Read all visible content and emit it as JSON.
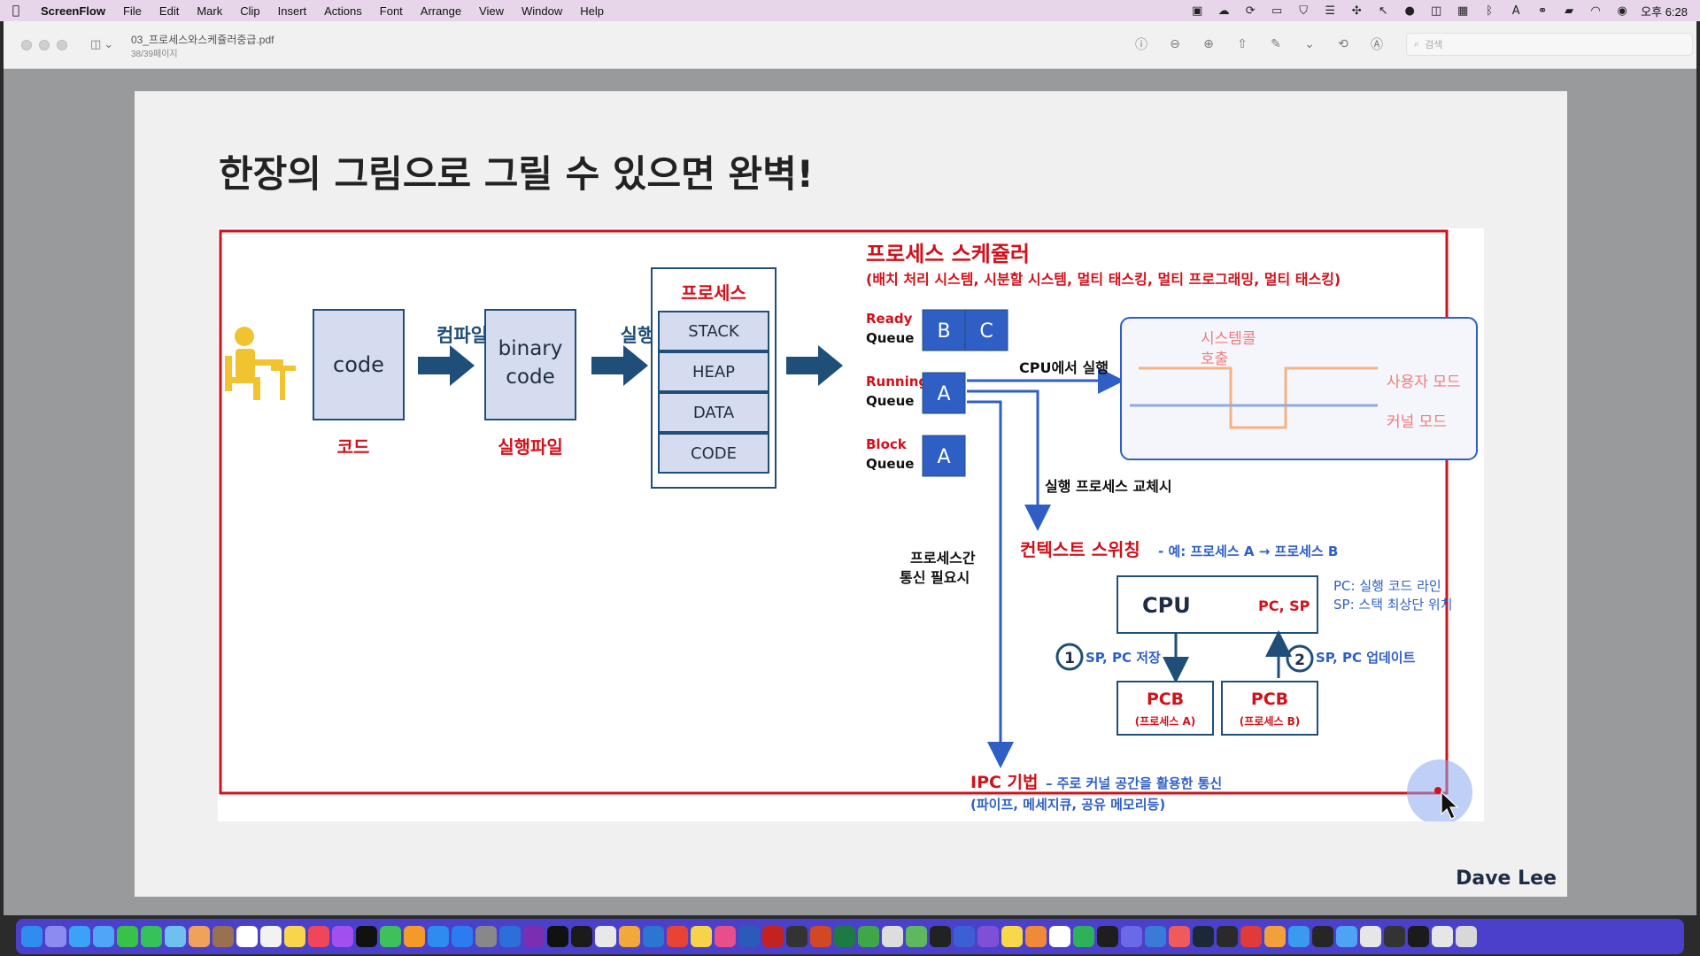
{
  "menubar": {
    "app_name": "ScreenFlow",
    "items": [
      "File",
      "Edit",
      "Mark",
      "Clip",
      "Insert",
      "Actions",
      "Font",
      "Arrange",
      "View",
      "Window",
      "Help"
    ],
    "clock": "오후 6:28"
  },
  "window": {
    "doc_title": "03_프로세스와스케쥴러중급.pdf",
    "page_info": "38/39페이지",
    "search_placeholder": "검색"
  },
  "slide": {
    "title": "한장의 그림으로 그릴 수 있으면 완벽!",
    "author": "Dave Lee"
  },
  "diagram": {
    "code_box": "code",
    "code_label": "코드",
    "compile_label": "컴파일",
    "binary_line1": "binary",
    "binary_line2": "code",
    "binary_label": "실행파일",
    "exec_label": "실행",
    "process_title": "프로세스",
    "segments": [
      "STACK",
      "HEAP",
      "DATA",
      "CODE"
    ],
    "scheduler_title": "프로세스 스케쥴러",
    "scheduler_sub": "(배치 처리 시스템, 시분할 시스템, 멀티 태스킹, 멀티 프로그래밍, 멀티 태스킹)",
    "ready_label1": "Ready",
    "ready_label2": "Queue",
    "ready_items": [
      "B",
      "C"
    ],
    "running_label1": "Running",
    "running_label2": "Queue",
    "running_item": "A",
    "block_label1": "Block",
    "block_label2": "Queue",
    "block_item": "A",
    "cpu_exec": "CPU에서 실행",
    "syscall_line1": "시스템콜",
    "syscall_line2": "호출",
    "user_mode": "사용자 모드",
    "kernel_mode": "커널 모드",
    "switch_when": "실행 프로세스 교체시",
    "context_switch": "컨텍스트 스위칭",
    "context_example": " - 예: 프로세스 A → 프로세스 B",
    "ipc_need1": "프로세스간",
    "ipc_need2": "통신 필요시",
    "cpu": "CPU",
    "pc_sp": "PC, SP",
    "pc_desc": "PC: 실행 코드 라인",
    "sp_desc": "SP: 스택 최상단 위치",
    "step1_num": "1",
    "step1": "SP, PC 저장",
    "step2_num": "2",
    "step2": "SP, PC 업데이트",
    "pcb_a": "PCB",
    "pcb_a_sub": "(프로세스 A)",
    "pcb_b": "PCB",
    "pcb_b_sub": "(프로세스 B)",
    "ipc_title": "IPC 기법",
    "ipc_desc": " – 주로 커널 공간을 활용한 통신",
    "ipc_sub": "(파이프, 메세지큐, 공유 메모리등)"
  },
  "colors": {
    "red": "#d0121b",
    "navy": "#1f4e79",
    "blue_box": "#2f5fc4",
    "light_box": "#d6dcef",
    "user_mode_line": "#f4b183",
    "kernel_mode_line": "#8faadc",
    "dock": "#4b40c9"
  }
}
